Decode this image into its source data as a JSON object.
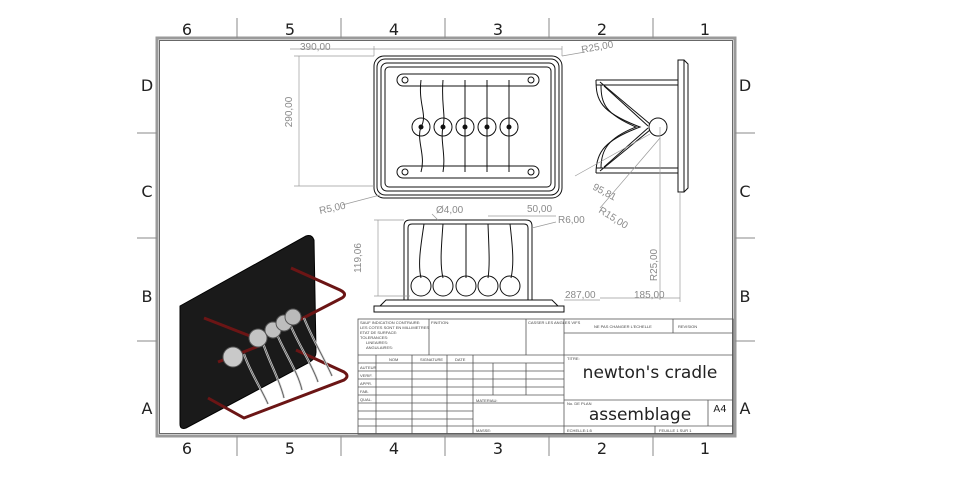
{
  "zones": {
    "columns": [
      "6",
      "5",
      "4",
      "3",
      "2",
      "1"
    ],
    "rows": [
      "D",
      "C",
      "B",
      "A"
    ]
  },
  "dimensions": {
    "width_390": "390,00",
    "height_290": "290,00",
    "r25": "R25,00",
    "r5": "R5,00",
    "dia4": "Ø4,00",
    "d50": "50,00",
    "r6": "R6,00",
    "h119": "119,06",
    "d95": "95,81",
    "r15": "R15,00",
    "r25_side": "R25,00",
    "d287": "287,00",
    "d185": "185,00"
  },
  "title_block": {
    "notes": [
      "SAUF INDICATION CONTRAIRE:",
      "LES COTES SONT EN MILLIMETRES",
      "ETAT DE SURFACE:",
      "TOLERANCES:",
      "LINEAIRES:",
      "ANGULAIRES:"
    ],
    "finish_label": "FINITION:",
    "edges_label": "CASSER LES ANGLES VIFS",
    "no_scale": "NE PAS CHANGER L'ECHELLE",
    "revision": "REVISION",
    "col_name": "NOM",
    "col_signature": "SIGNATURE",
    "col_date": "DATE",
    "rows": [
      "AUTEUR",
      "VERIF.",
      "APPR.",
      "FAB.",
      "QUAL."
    ],
    "title_label": "TITRE:",
    "title": "newton's cradle",
    "material_label": "MATERIAU:",
    "drawing_no_label": "No. DE PLAN",
    "drawing_name": "assemblage",
    "sheet_size": "A4",
    "mass_label": "MASSE:",
    "scale_label": "ECHELLE:1:5",
    "sheet_label": "FEUILLE 1 SUR 1"
  }
}
